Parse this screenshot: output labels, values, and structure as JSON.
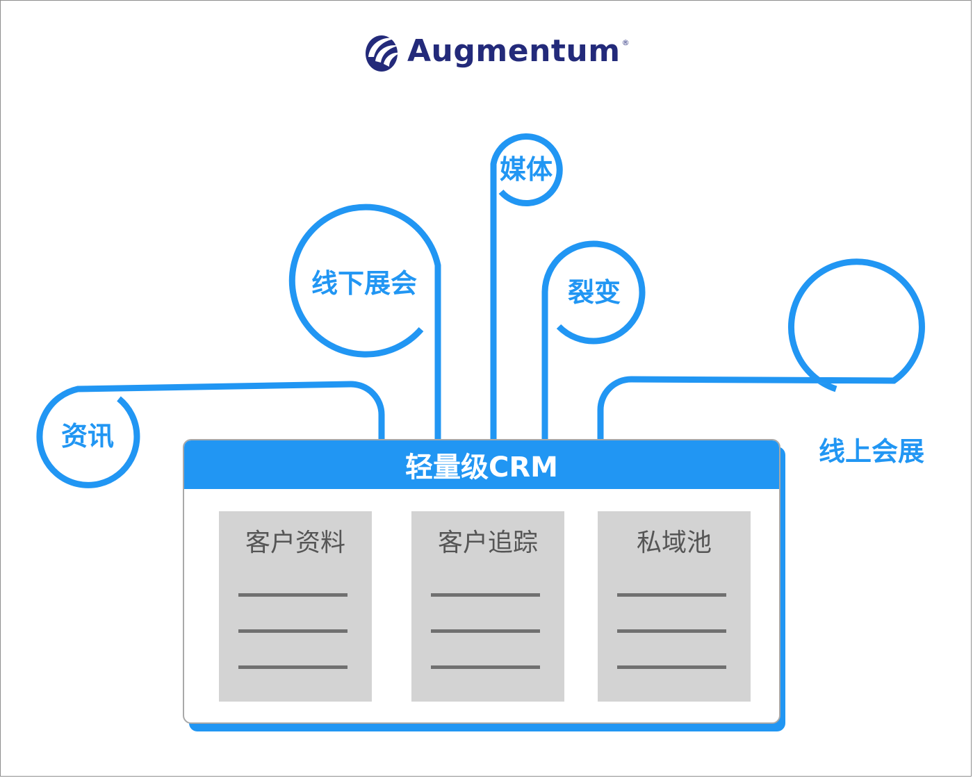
{
  "brand": {
    "name": "Augmentum",
    "registered_mark": "®",
    "colors": {
      "logo": "#232a7a"
    }
  },
  "colors": {
    "accent": "#2196f3",
    "module_bg": "#d3d3d3",
    "module_text": "#555555",
    "module_line": "#707070"
  },
  "channels": {
    "info": "资讯",
    "offline_expo": "线下展会",
    "media": "媒体",
    "fission": "裂变",
    "online_expo": "线上会展"
  },
  "crm": {
    "title": "轻量级CRM",
    "modules": [
      {
        "title": "客户资料"
      },
      {
        "title": "客户追踪"
      },
      {
        "title": "私域池"
      }
    ]
  }
}
